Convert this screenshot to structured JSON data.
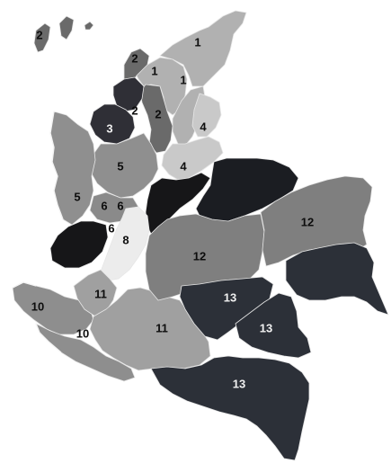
{
  "colors": {
    "background": "#ffffff",
    "zone_1": "#b1b1b1",
    "zone_2": "#6a6a6a",
    "zone_3": "#2f2f36",
    "zone_4": "#c9c9c9",
    "zone_5": "#8f8f8f",
    "zone_6": "#8a8a8a",
    "zone_7": "#161618",
    "zone_8": "#ececec",
    "zone_10": "#8e8e8e",
    "zone_11": "#a0a0a0",
    "zone_12": "#7f7f7f",
    "zone_13": "#2c3038",
    "zone_14": "#1b1d22",
    "label_dark": "#0d0d0d",
    "label_light": "#f0f0f0"
  },
  "regions": [
    {
      "id": "san-andres",
      "zone": "2"
    },
    {
      "id": "guajira",
      "zone": "1"
    },
    {
      "id": "magdalena",
      "zone": "1"
    },
    {
      "id": "cesar",
      "zone": "1"
    },
    {
      "id": "atlantico",
      "zone": "2"
    },
    {
      "id": "bolivar",
      "zone": "2"
    },
    {
      "id": "sucre",
      "zone": "3"
    },
    {
      "id": "cordoba",
      "zone": "3"
    },
    {
      "id": "santander-norte",
      "zone": "4"
    },
    {
      "id": "santander",
      "zone": "4"
    },
    {
      "id": "antioquia",
      "zone": "5"
    },
    {
      "id": "choco",
      "zone": "5"
    },
    {
      "id": "eje-cafetero",
      "zone": "6"
    },
    {
      "id": "valle",
      "zone": "7"
    },
    {
      "id": "cundinamarca-boyaca",
      "zone": "7"
    },
    {
      "id": "arauca-casanare",
      "zone": "14"
    },
    {
      "id": "tolima-huila",
      "zone": "8"
    },
    {
      "id": "cauca",
      "zone": "10"
    },
    {
      "id": "narino",
      "zone": "10"
    },
    {
      "id": "cauca-interior",
      "zone": "11"
    },
    {
      "id": "caqueta-putumayo",
      "zone": "11"
    },
    {
      "id": "meta",
      "zone": "12"
    },
    {
      "id": "vichada",
      "zone": "12"
    },
    {
      "id": "guaviare",
      "zone": "13"
    },
    {
      "id": "vaupes",
      "zone": "13"
    },
    {
      "id": "guainia",
      "zone": "13"
    },
    {
      "id": "amazonas",
      "zone": "13"
    }
  ],
  "labels": [
    {
      "text": "2",
      "zone": "2"
    },
    {
      "text": "1",
      "zone": "1"
    },
    {
      "text": "2",
      "zone": "2"
    },
    {
      "text": "1",
      "zone": "1"
    },
    {
      "text": "1",
      "zone": "1"
    },
    {
      "text": "2",
      "zone": "2"
    },
    {
      "text": "2",
      "zone": "2"
    },
    {
      "text": "3",
      "zone": "3"
    },
    {
      "text": "4",
      "zone": "4"
    },
    {
      "text": "4",
      "zone": "4"
    },
    {
      "text": "5",
      "zone": "5"
    },
    {
      "text": "5",
      "zone": "5"
    },
    {
      "text": "6",
      "zone": "6"
    },
    {
      "text": "6",
      "zone": "6"
    },
    {
      "text": "6",
      "zone": "6"
    },
    {
      "text": "8",
      "zone": "8"
    },
    {
      "text": "12",
      "zone": "12"
    },
    {
      "text": "12",
      "zone": "12"
    },
    {
      "text": "11",
      "zone": "11"
    },
    {
      "text": "11",
      "zone": "11"
    },
    {
      "text": "10",
      "zone": "10"
    },
    {
      "text": "10",
      "zone": "10"
    },
    {
      "text": "13",
      "zone": "13"
    },
    {
      "text": "13",
      "zone": "13"
    },
    {
      "text": "13",
      "zone": "13"
    }
  ]
}
